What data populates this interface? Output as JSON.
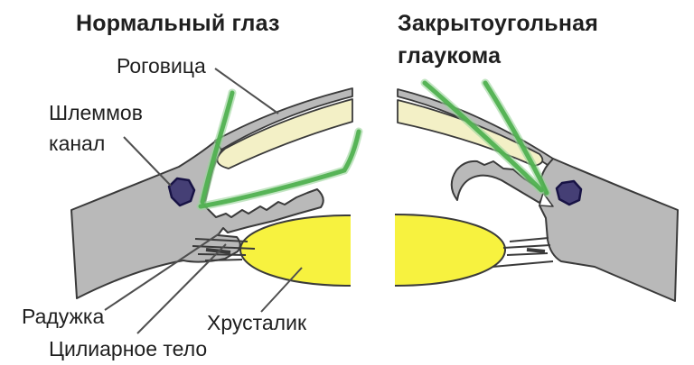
{
  "diagram": {
    "title_left": "Нормальный глаз",
    "title_right": "Закрытоугольная глаукома",
    "labels": {
      "cornea": "Роговица",
      "schlemm_canal": "Шлеммов канал",
      "iris": "Радужка",
      "ciliary_body": "Цилиарное тело",
      "lens": "Хрусталик"
    },
    "structures": [
      "sclera",
      "cornea",
      "schlemm-canal",
      "iris",
      "ciliary-body",
      "lens",
      "aqueous-flow-arrows"
    ],
    "colors": {
      "background": "#ffffff",
      "text": "#1f1f1f",
      "outline": "#3a3a3a",
      "sclera-gray": "#b9b9b9",
      "cornea-cream": "#f3f0c6",
      "lens-yellow": "#f7f23f",
      "flow-green": "#4eb04e",
      "flow-green-light": "#9ad49a",
      "schlemm-navy": "#453f75",
      "schlemm-navy-dark": "#181345",
      "pointer": "#4f4f4f"
    }
  }
}
